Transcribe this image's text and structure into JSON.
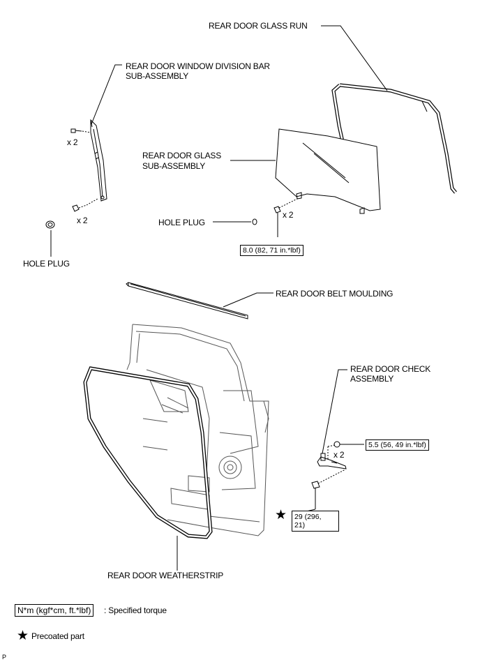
{
  "labels": {
    "glass_run": "REAR DOOR GLASS RUN",
    "division_bar_1": "REAR DOOR WINDOW DIVISION BAR",
    "division_bar_2": "SUB-ASSEMBLY",
    "glass_1": "REAR DOOR GLASS",
    "glass_2": "SUB-ASSEMBLY",
    "hole_plug_center": "HOLE PLUG",
    "hole_plug_left": "HOLE PLUG",
    "belt_moulding": "REAR DOOR BELT MOULDING",
    "check_1": "REAR DOOR CHECK",
    "check_2": "ASSEMBLY",
    "weatherstrip": "REAR DOOR WEATHERSTRIP"
  },
  "quantities": {
    "div_bar_top": "x 2",
    "div_bar_bottom": "x 2",
    "glass_bolts": "x 2",
    "check_nuts": "x 2"
  },
  "torques": {
    "glass": "8.0 (82, 71 in.*lbf)",
    "check_nut": "5.5 (56, 49 in.*lbf)",
    "check_bolt_line1": "29 (296,",
    "check_bolt_line2": "21)"
  },
  "legend": {
    "torque_box": "N*m (kgf*cm, ft.*lbf)",
    "torque_desc": ": Specified torque",
    "star_symbol": "★",
    "star_desc": "Precoated part"
  },
  "figure_id": "P"
}
